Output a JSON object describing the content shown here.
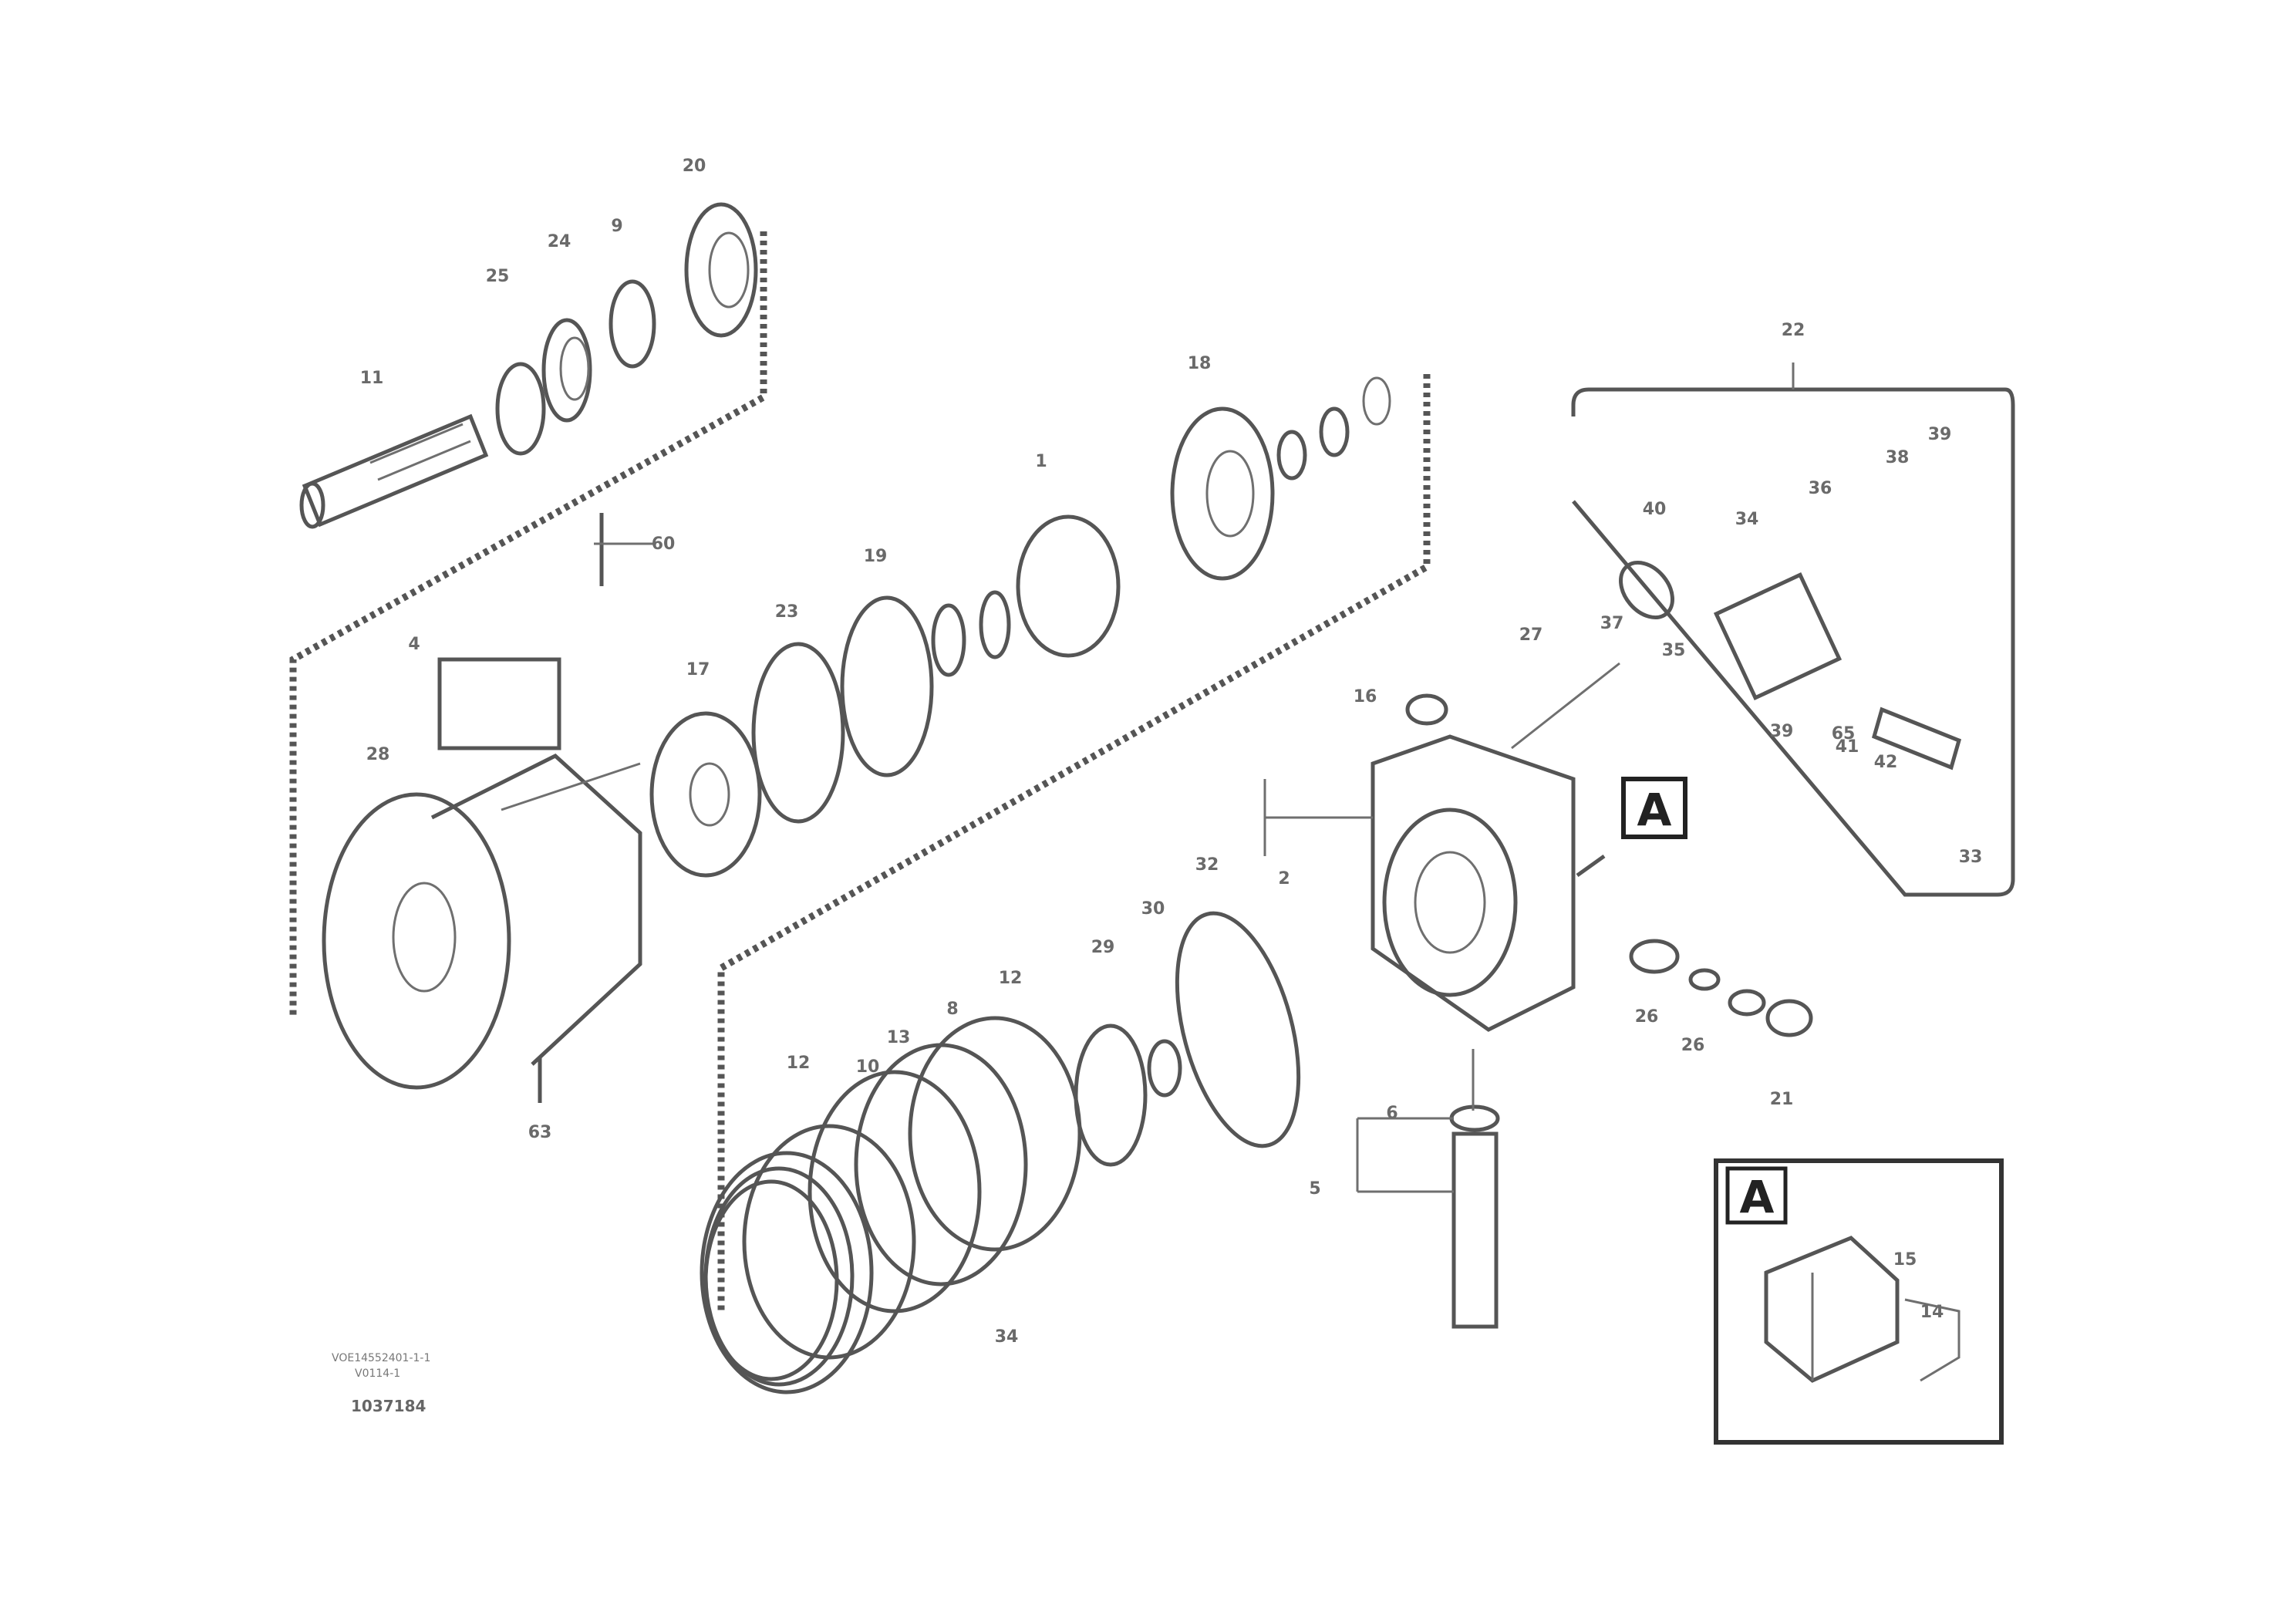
{
  "view_marker": "A",
  "detail_marker": "A",
  "callouts": {
    "c_left_shaft_top": "20",
    "c_left_shaft_a": "24",
    "c_left_shaft_b": "25",
    "c_left_shaft_c": "9",
    "c_left_shaft_d": "11",
    "c_bolt": "60",
    "c_bolt_small": "4",
    "c_housing": "28",
    "c_housing_bolt": "63",
    "c_ring_17": "17",
    "c_gear_a": "23",
    "c_gear_b": "19",
    "c_carrier": "1",
    "c_carrier_top": "18",
    "c_bracket_top": "22",
    "c_br_a": "40",
    "c_br_b": "34",
    "c_br_c": "36",
    "c_br_d": "38",
    "c_br_e": "39",
    "c_br_f": "37",
    "c_br_g": "35",
    "c_br_h": "39",
    "c_br_i": "41",
    "c_br_j": "42",
    "c_br_k": "33",
    "c_br_l": "65",
    "c_block_top": "27",
    "c_block_left": "16",
    "c_block_small": "2",
    "c_oring": "32",
    "c_seal_a": "30",
    "c_seal_b": "29",
    "c_disc_a": "12",
    "c_disc_b": "8",
    "c_disc_c": "13",
    "c_disc_d": "10",
    "c_disc_e": "12",
    "c_disc_bottom": "34",
    "c_port_a": "26",
    "c_port_b": "26",
    "c_port_c": "21",
    "c_valve_a": "6",
    "c_valve_b": "5",
    "c_detail_a": "15",
    "c_detail_b": "14"
  },
  "reference": {
    "line1": "VOE14552401-1-1",
    "line2": "V0114-1",
    "id": "1037184"
  }
}
